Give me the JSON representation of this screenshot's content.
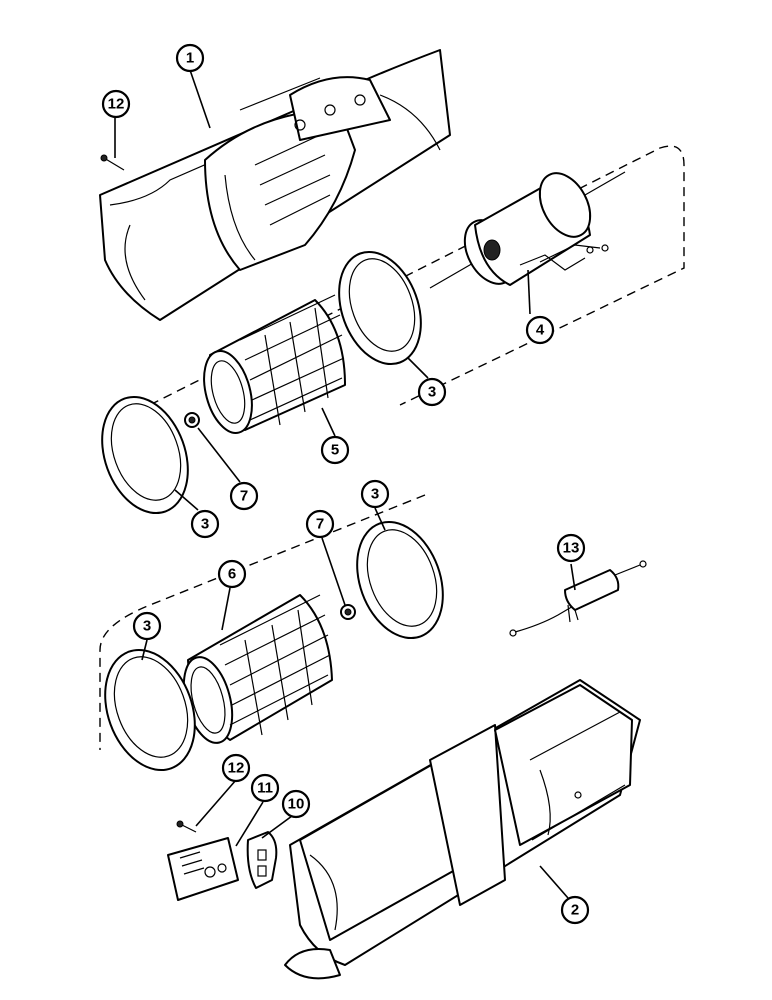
{
  "callouts": [
    {
      "id": "c1",
      "label": "1"
    },
    {
      "id": "c2",
      "label": "2"
    },
    {
      "id": "c3a",
      "label": "3"
    },
    {
      "id": "c3b",
      "label": "3"
    },
    {
      "id": "c3c",
      "label": "3"
    },
    {
      "id": "c3d",
      "label": "3"
    },
    {
      "id": "c4",
      "label": "4"
    },
    {
      "id": "c5",
      "label": "5"
    },
    {
      "id": "c6",
      "label": "6"
    },
    {
      "id": "c7a",
      "label": "7"
    },
    {
      "id": "c7b",
      "label": "7"
    },
    {
      "id": "c10",
      "label": "10"
    },
    {
      "id": "c11",
      "label": "11"
    },
    {
      "id": "c12a",
      "label": "12"
    },
    {
      "id": "c12b",
      "label": "12"
    },
    {
      "id": "c13",
      "label": "13"
    }
  ],
  "colors": {
    "line": "#000000",
    "background": "#ffffff"
  }
}
